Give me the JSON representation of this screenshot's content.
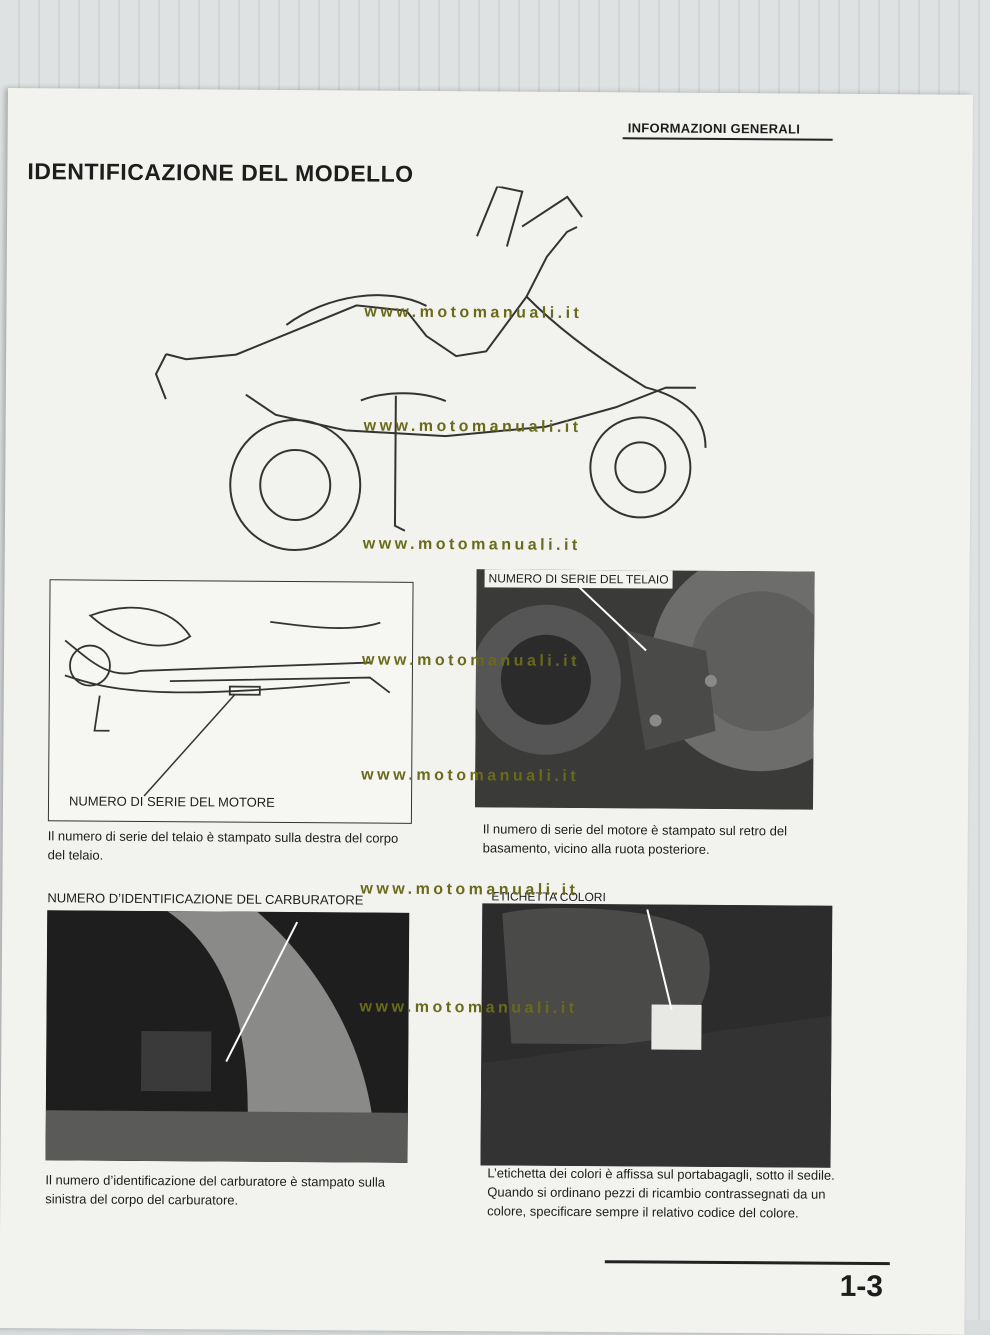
{
  "header": {
    "section": "INFORMAZIONI GENERALI"
  },
  "title": "IDENTIFICAZIONE DEL MODELLO",
  "watermark": "www.motomanuali.it",
  "labels": {
    "engine_serial": "NUMERO DI SERIE DEL MOTORE",
    "frame_serial": "NUMERO DI SERIE DEL TELAIO",
    "carburetor_id": "NUMERO D’IDENTIFICAZIONE DEL CARBURATORE",
    "color_label": "ETICHETTA COLORI"
  },
  "captions": {
    "frame": "Il numero di serie del telaio è stampato sulla destra del corpo del telaio.",
    "engine": "Il numero di serie del motore è stampato sul retro del basamento, vicino alla ruota posteriore.",
    "carburetor": "Il numero d’identificazione del carburatore è stampato sulla sinistra del corpo del carburatore.",
    "color": "L’etichetta dei colori è affissa sul portabagagli, sotto il sedile. Quando si ordinano pezzi di ricambio contrassegnati da un colore, specificare sempre il relativo codice del colore."
  },
  "page_number": "1-3"
}
